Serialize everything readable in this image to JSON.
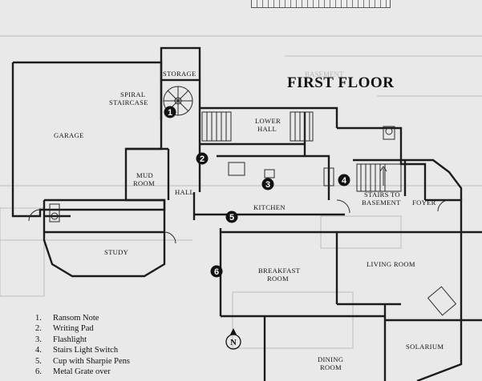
{
  "title": "FIRST FLOOR",
  "rooms": {
    "storage": "STORAGE",
    "spiral_staircase_1": "SPIRAL",
    "spiral_staircase_2": "STAIRCASE",
    "garage": "GARAGE",
    "lower_hall_1": "LOWER",
    "lower_hall_2": "HALL",
    "mud_room_1": "MUD",
    "mud_room_2": "ROOM",
    "hall": "HALL",
    "kitchen": "KITCHEN",
    "stairs_to_basement_1": "STAIRS TO",
    "stairs_to_basement_2": "BASEMENT",
    "foyer": "FOYER",
    "study": "STUDY",
    "breakfast_room_1": "BREAKFAST",
    "breakfast_room_2": "ROOM",
    "living_room": "LIVING ROOM",
    "dining_room_1": "DINING",
    "dining_room_2": "ROOM",
    "solarium": "SOLARIUM"
  },
  "background_text": {
    "basement": "BASEMENT"
  },
  "compass": "N",
  "markers": [
    "1",
    "2",
    "3",
    "4",
    "5",
    "6"
  ],
  "legend": [
    {
      "num": "1.",
      "text": "Ransom Note"
    },
    {
      "num": "2.",
      "text": "Writing Pad"
    },
    {
      "num": "3.",
      "text": "Flashlight"
    },
    {
      "num": "4.",
      "text": "Stairs Light Switch"
    },
    {
      "num": "5.",
      "text": "Cup with Sharpie Pens"
    },
    {
      "num": "6.",
      "text": "Metal Grate over"
    }
  ]
}
